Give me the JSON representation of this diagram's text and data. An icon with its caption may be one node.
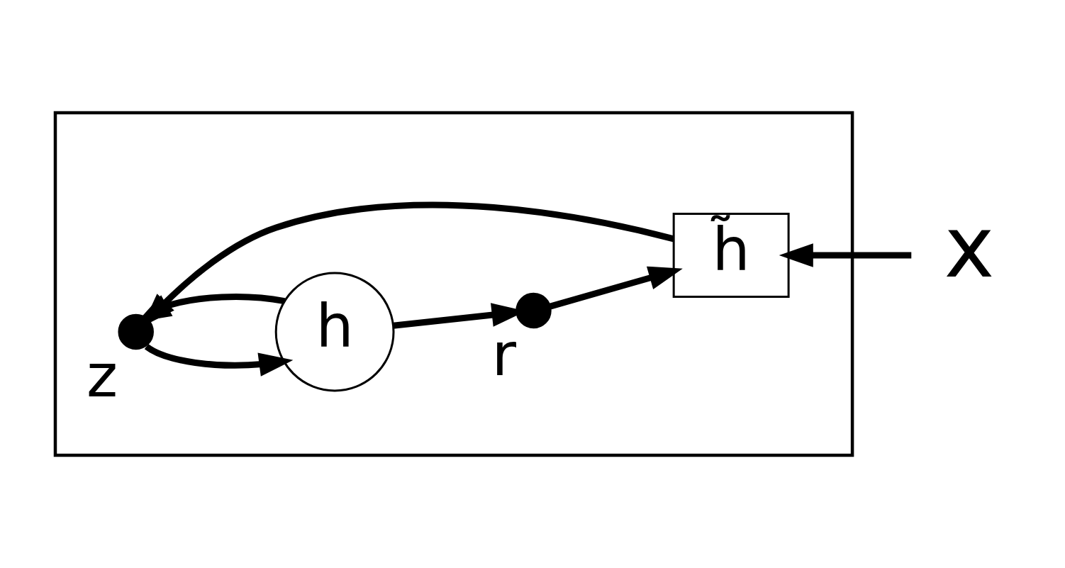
{
  "diagram": {
    "nodes": [
      {
        "text": [],
        "shape": "box"
      },
      {
        "text": [],
        "shape": "circle",
        "beside": [
          "z"
        ],
        "in": 0
      },
      {
        "text": [
          "h"
        ],
        "in": 0
      },
      {
        "text": [],
        "shape": "circle",
        "beside": [
          "r"
        ],
        "in": 0
      },
      {
        "text": [
          "h̃"
        ],
        "in": 0
      },
      {
        "text": [
          "x"
        ]
      }
    ],
    "edges": [
      {
        "from": 2,
        "to": 1,
        "arrow": "to"
      },
      {
        "from": 4,
        "to": 1,
        "arrow": "to"
      },
      {
        "from": 1,
        "to": 2,
        "arrow": "to"
      },
      {
        "from": 2,
        "to": 3,
        "arrow": "to"
      },
      {
        "from": 3,
        "to": 4,
        "arrow": "to"
      },
      {
        "from": 5,
        "to": 4,
        "arrow": "to"
      }
    ]
  }
}
